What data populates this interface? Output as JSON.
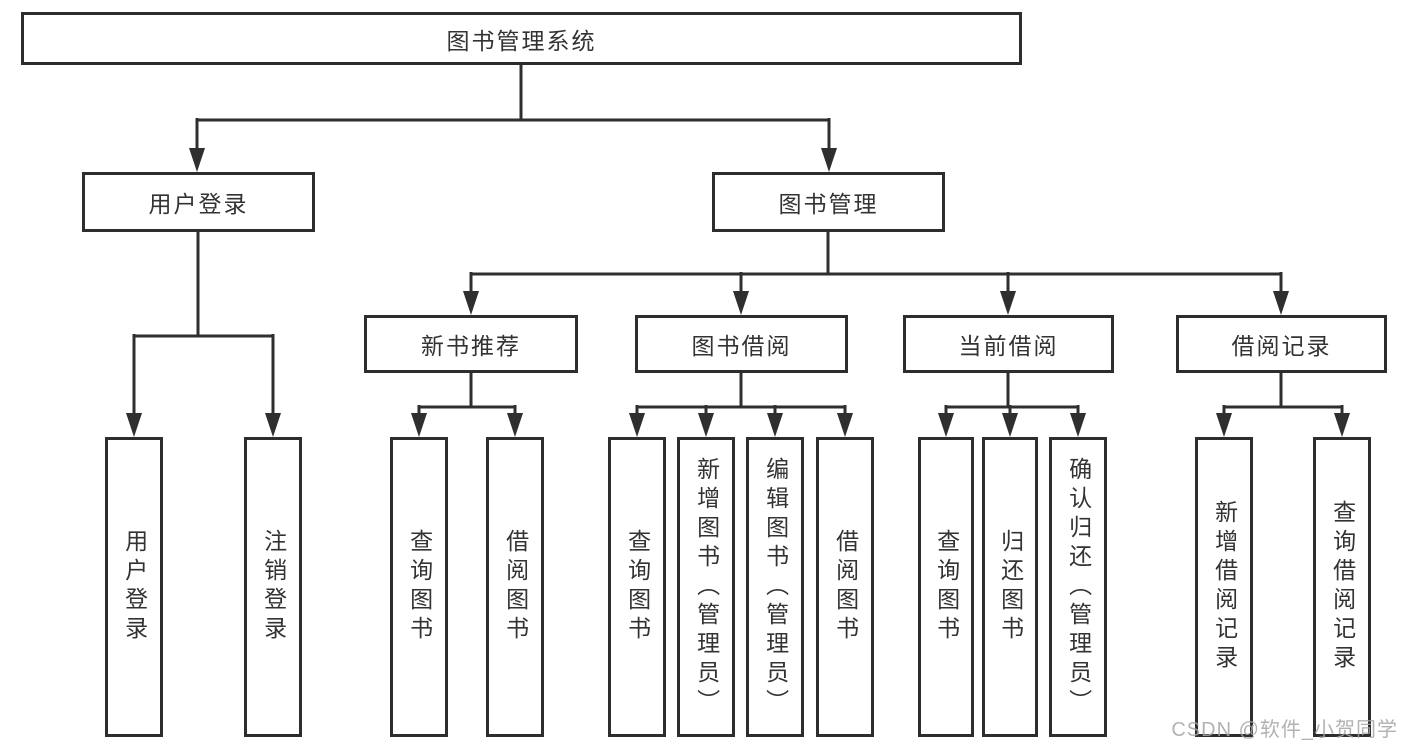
{
  "diagram": {
    "tree": {
      "label": "图书管理系统",
      "children": [
        {
          "label": "用户登录",
          "children": [
            {
              "label": "用户登录"
            },
            {
              "label": "注销登录"
            }
          ]
        },
        {
          "label": "图书管理",
          "children": [
            {
              "label": "新书推荐",
              "children": [
                {
                  "label": "查询图书"
                },
                {
                  "label": "借阅图书"
                }
              ]
            },
            {
              "label": "图书借阅",
              "children": [
                {
                  "label": "查询图书"
                },
                {
                  "label": "新增图书（管理员）"
                },
                {
                  "label": "编辑图书（管理员）"
                },
                {
                  "label": "借阅图书"
                }
              ]
            },
            {
              "label": "当前借阅",
              "children": [
                {
                  "label": "查询图书"
                },
                {
                  "label": "归还图书"
                },
                {
                  "label": "确认归还（管理员）"
                }
              ]
            },
            {
              "label": "借阅记录",
              "children": [
                {
                  "label": "新增借阅记录"
                },
                {
                  "label": "查询借阅记录"
                }
              ]
            }
          ]
        }
      ]
    },
    "colors": {
      "line": "#2f2f2f",
      "border": "#2d2d2d",
      "text": "#333333",
      "background": "#ffffff",
      "watermark": "#a4a4a4"
    }
  },
  "watermark": {
    "text": "CSDN @软件_小贺同学"
  }
}
